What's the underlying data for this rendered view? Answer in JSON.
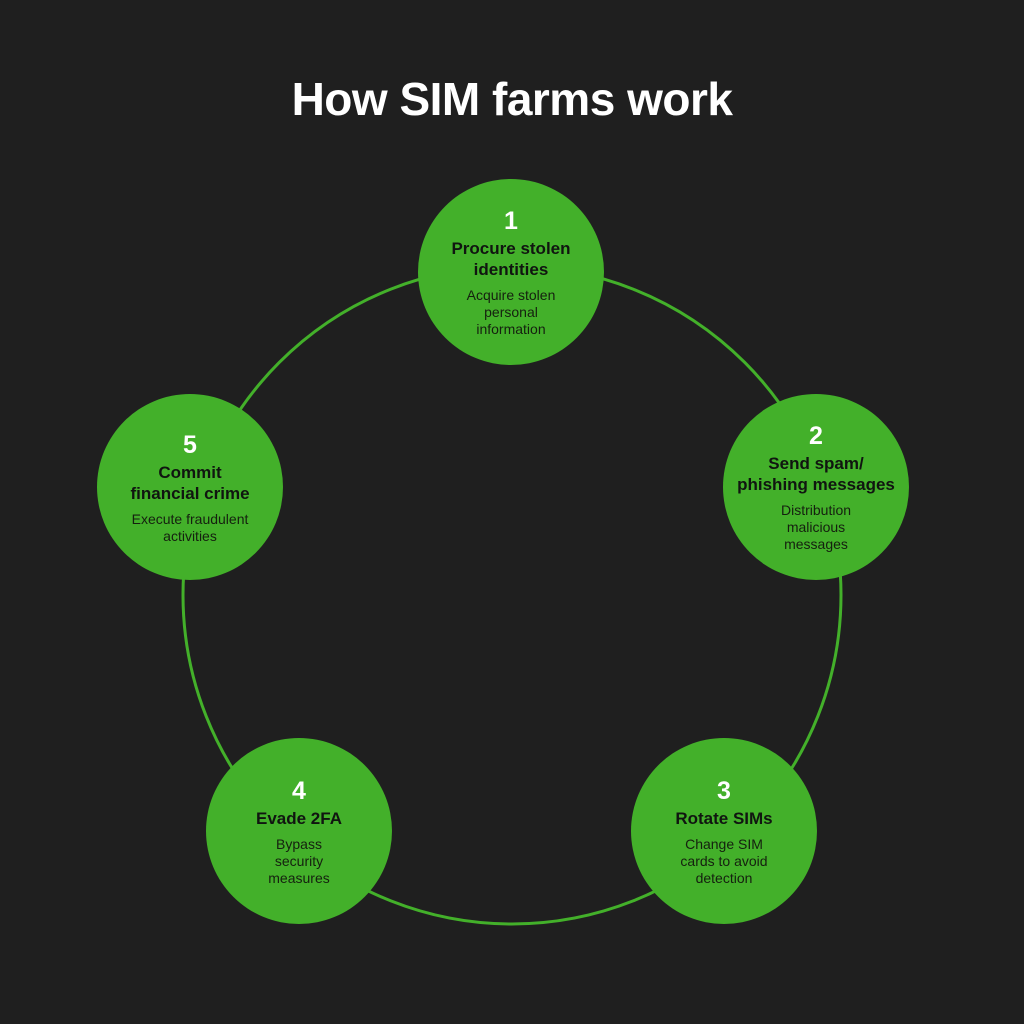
{
  "title": "How SIM farms work",
  "colors": {
    "background": "#1f1f1f",
    "accent": "#43b02a",
    "text_light": "#ffffff",
    "text_dark": "#101510"
  },
  "steps": [
    {
      "number": "1",
      "title_lines": [
        "Procure stolen",
        "identities"
      ],
      "desc_lines": [
        "Acquire stolen",
        "personal",
        "information"
      ]
    },
    {
      "number": "2",
      "title_lines": [
        "Send spam/",
        "phishing messages"
      ],
      "desc_lines": [
        "Distribution",
        "malicious",
        "messages"
      ]
    },
    {
      "number": "3",
      "title_lines": [
        "Rotate SIMs"
      ],
      "desc_lines": [
        "Change SIM",
        "cards to avoid",
        "detection"
      ]
    },
    {
      "number": "4",
      "title_lines": [
        "Evade 2FA"
      ],
      "desc_lines": [
        "Bypass",
        "security",
        "measures"
      ]
    },
    {
      "number": "5",
      "title_lines": [
        "Commit",
        "financial crime"
      ],
      "desc_lines": [
        "Execute fraudulent",
        "activities"
      ]
    }
  ]
}
